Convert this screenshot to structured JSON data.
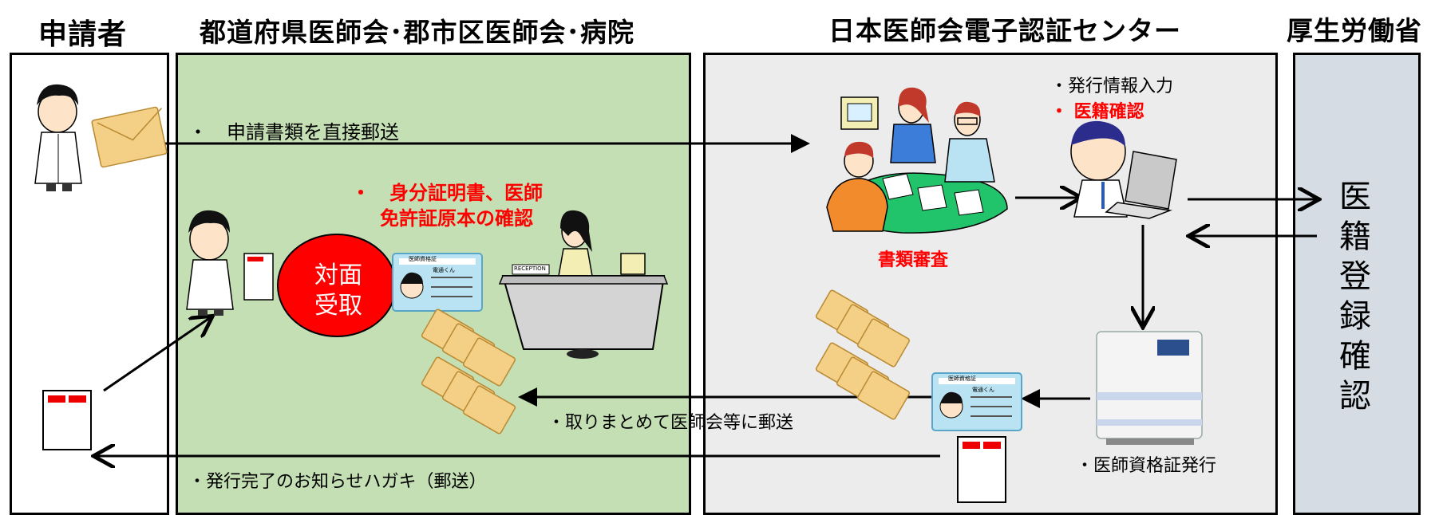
{
  "headers": {
    "applicant": "申請者",
    "medical_assoc": "都道府県医師会･郡市区医師会･病院",
    "center": "日本医師会電子認証センター",
    "ministry": "厚生労働省"
  },
  "labels": {
    "direct_mail": "・　申請書類を直接郵送",
    "id_check_line1": "・　身分証明書、医師",
    "id_check_line2": "免許証原本の確認",
    "face_to_face_line1": "対面",
    "face_to_face_line2": "受取",
    "issue_info": "・発行情報入力",
    "registry_check": "・ 医籍確認",
    "doc_review": "書類審査",
    "batch_mail": "・取りまとめて医師会等に郵送",
    "card_issue": "・医師資格証発行",
    "notice_postcard": "・発行完了のお知らせハガキ（郵送）",
    "ministry_vertical": [
      "医",
      "籍",
      "登",
      "録",
      "確",
      "認"
    ],
    "card_title": "医師資格証",
    "card_name": "電通くん",
    "reception": "RECEPTION"
  },
  "colors": {
    "green_panel": "#c4dfb3",
    "gray_panel": "#ececec",
    "ministry_panel": "#d6dce4",
    "accent_red": "#ff0000",
    "arrow": "#000000"
  }
}
